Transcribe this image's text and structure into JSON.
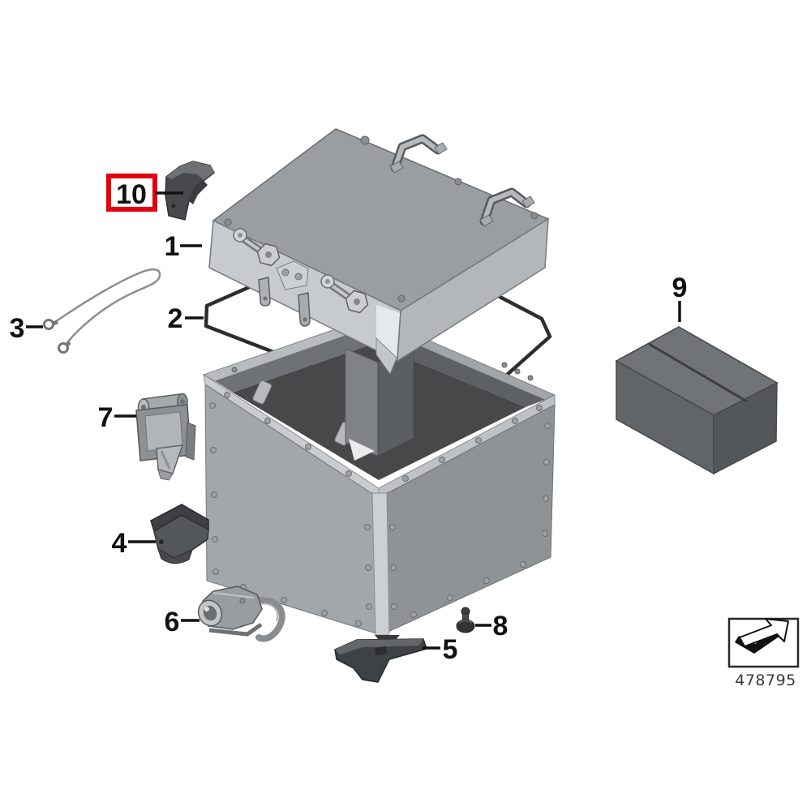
{
  "colors": {
    "highlight": "#e2000f",
    "ink": "#111111",
    "background": "#ffffff",
    "part_number_text": "#3a3a3a"
  },
  "diagram": {
    "type": "exploded-parts-diagram",
    "subject": "aluminum-top-case",
    "highlighted_callout": "10",
    "callouts": [
      {
        "label": "1"
      },
      {
        "label": "2"
      },
      {
        "label": "3"
      },
      {
        "label": "4"
      },
      {
        "label": "5"
      },
      {
        "label": "6"
      },
      {
        "label": "7"
      },
      {
        "label": "8"
      },
      {
        "label": "9"
      },
      {
        "label": "10",
        "highlighted": true
      }
    ],
    "footer": {
      "part_number": "478795",
      "icon": "direction-arrow-icon"
    }
  }
}
